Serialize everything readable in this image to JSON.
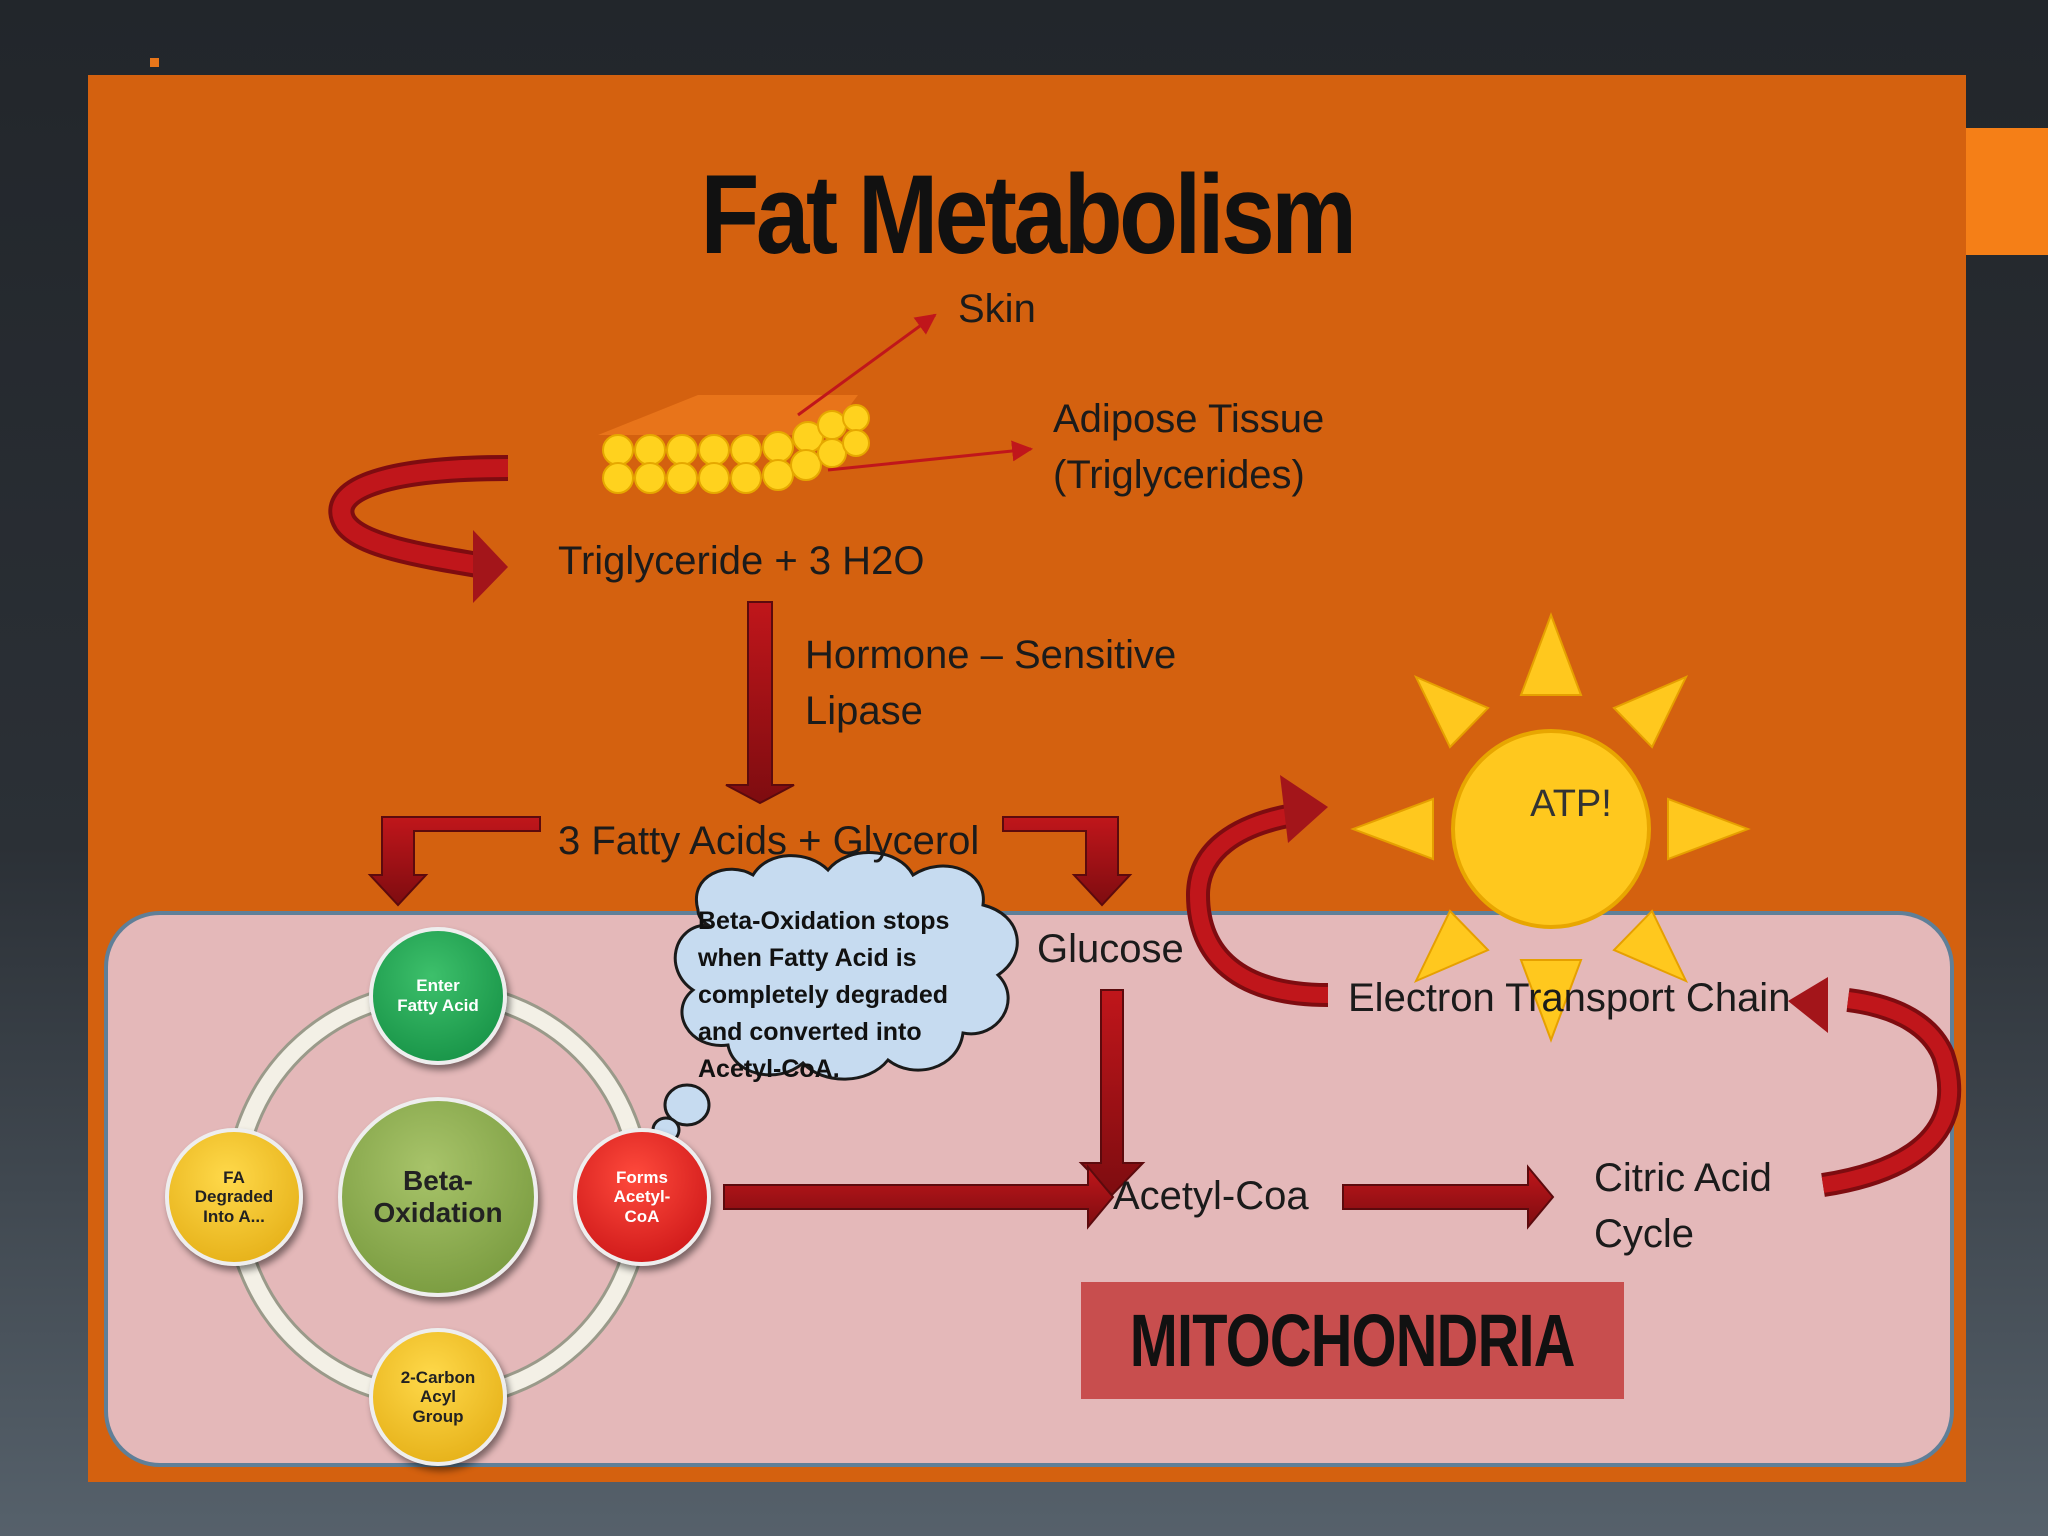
{
  "title": "Fat Metabolism",
  "labels": {
    "skin": "Skin",
    "adipose_line1": "Adipose Tissue",
    "adipose_line2": "(Triglycerides)",
    "triglyceride": "Triglyceride + 3 H2O",
    "lipase_line1": "Hormone – Sensitive",
    "lipase_line2": "Lipase",
    "fatty_acids": "3 Fatty Acids + Glycerol",
    "glucose": "Glucose",
    "etc": "Electron Transport Chain",
    "acetyl_coa": "Acetyl-Coa",
    "citric_line1": "Citric Acid",
    "citric_line2": "Cycle",
    "atp": "ATP!",
    "mitochondria": "MITOCHONDRIA"
  },
  "cycle": {
    "center": [
      "Beta-",
      "Oxidation"
    ],
    "enter": [
      "Enter",
      "Fatty Acid"
    ],
    "forms": [
      "Forms",
      "Acetyl-",
      "CoA"
    ],
    "carbon": [
      "2-Carbon",
      "Acyl",
      "Group"
    ],
    "fa": [
      "FA",
      "Degraded",
      "Into A..."
    ]
  },
  "cloud_text": "Beta-Oxidation stops\nwhen Fatty Acid is\ncompletely degraded\nand converted into\nAcetyl-CoA.",
  "colors": {
    "slide_bg": "#d4610f",
    "mito_bg": "#e4b8b9",
    "arrow": "#a3151a",
    "sun": "#ffc81e",
    "node_green": "#17a352",
    "node_red": "#e3161a",
    "node_yellow": "#f4c022",
    "node_olive": "#86ac45"
  }
}
